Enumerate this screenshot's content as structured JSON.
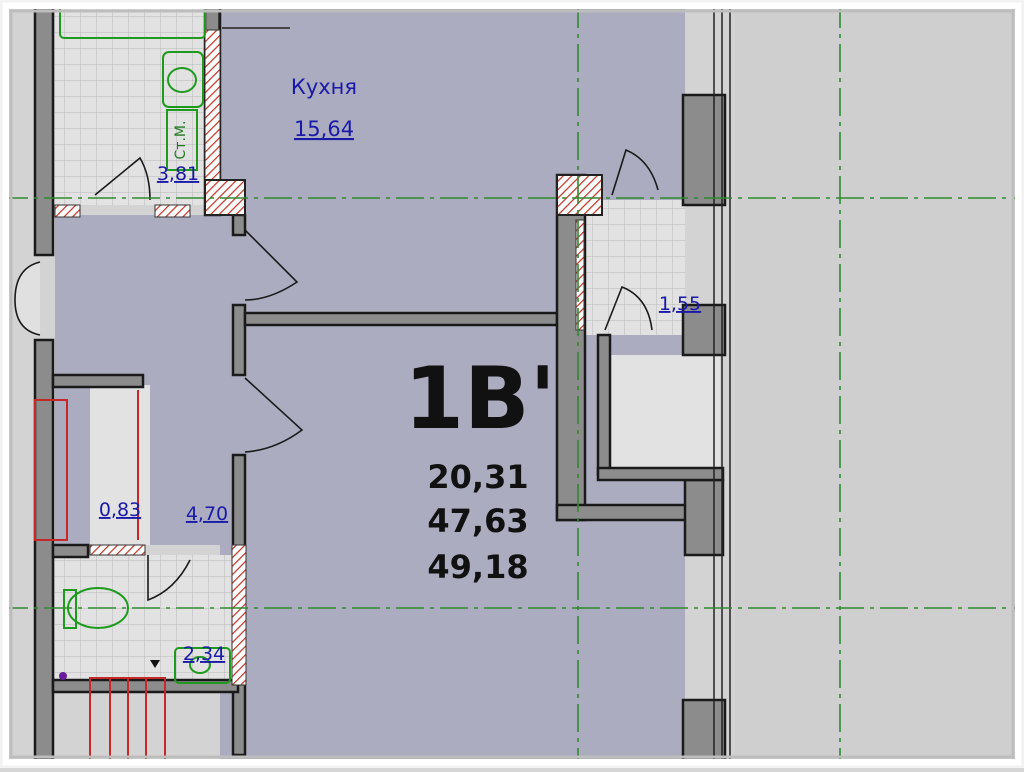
{
  "unit": {
    "name": "1B'",
    "living_area": "20,31",
    "total_area": "47,63",
    "total_area_with_balcony": "49,18"
  },
  "rooms": {
    "kitchen": {
      "title": "Кухня",
      "area": "15,64"
    },
    "bathroom_top": {
      "area": "3,81"
    },
    "storage_right": {
      "area": "1,55"
    },
    "closet": {
      "area": "0,83"
    },
    "hall": {
      "area": "4,70"
    },
    "wc": {
      "area": "2,34"
    }
  },
  "annotations": {
    "riser_label": "Ст.М."
  },
  "colors": {
    "room_fill": "#abacbf",
    "wet_fill": "#e2e2e2",
    "wall": "#8c8c8c",
    "axis_line": "#2f8a2f",
    "link_text": "#1a1aa8",
    "fixture": "#1f9a1f",
    "hatch": "#c0392b"
  }
}
